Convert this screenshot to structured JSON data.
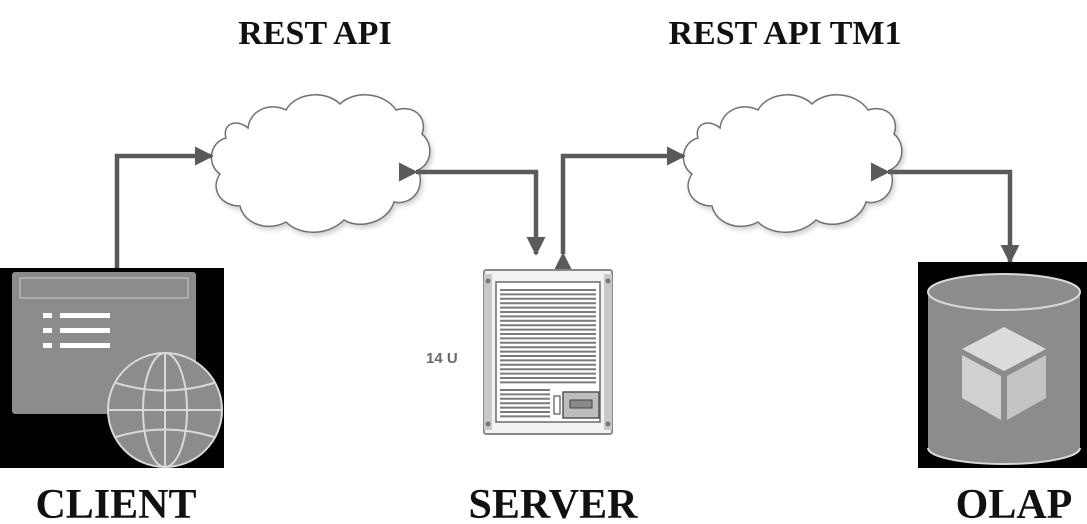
{
  "labels": {
    "cloud_left": "REST API",
    "cloud_right": "REST API TM1",
    "client": "CLIENT",
    "server": "SERVER",
    "olap": "OLAP",
    "server_units": "14 U"
  },
  "colors": {
    "arrow": "#5a5a5a",
    "icon_dark": "#000000",
    "icon_mid": "#8c8c8c",
    "icon_light": "#d9d9d9",
    "cloud_fill": "#ffffff",
    "cloud_stroke": "#707070"
  },
  "icons": {
    "client": "browser-window-globe-icon",
    "server": "rack-server-icon",
    "olap": "database-cube-icon",
    "cloud": "cloud-icon"
  }
}
